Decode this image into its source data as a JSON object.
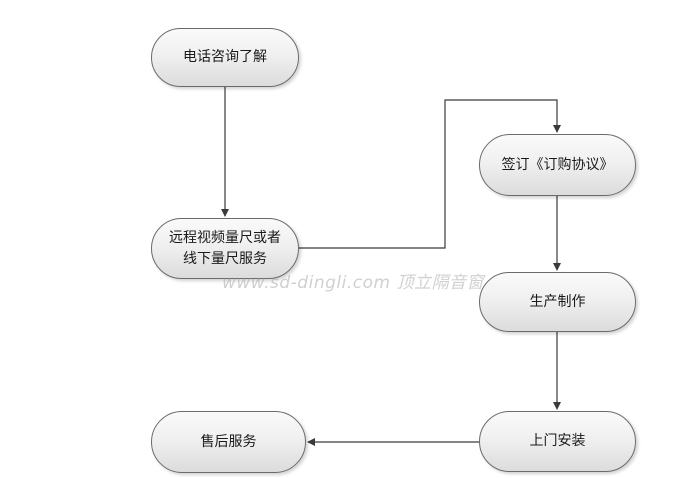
{
  "flowchart": {
    "nodes": {
      "phone_consult": "电话咨询了解",
      "remote_measure": "远程视频量尺或者\n线下量尺服务",
      "sign_agreement": "签订《订购协议》",
      "production": "生产制作",
      "installation": "上门安装",
      "after_sales": "售后服务"
    },
    "edges": [
      {
        "from": "phone_consult",
        "to": "remote_measure"
      },
      {
        "from": "remote_measure",
        "to": "sign_agreement"
      },
      {
        "from": "sign_agreement",
        "to": "production"
      },
      {
        "from": "production",
        "to": "installation"
      },
      {
        "from": "installation",
        "to": "after_sales"
      }
    ]
  },
  "watermark": "www.sd-dingli.com  顶立隔音窗",
  "colors": {
    "node_border": "#6b6b6b",
    "connector": "#3a3a3a",
    "text": "#1a1a1a"
  }
}
